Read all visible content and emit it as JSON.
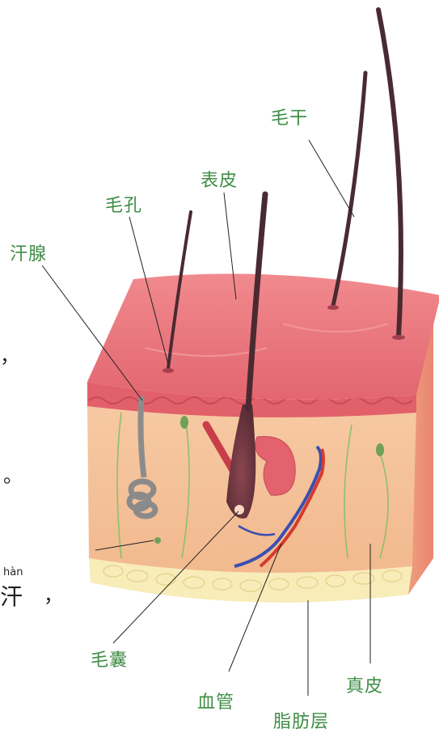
{
  "labels": {
    "hair_shaft": "毛干",
    "epidermis": "表皮",
    "pore": "毛孔",
    "sweat_gland": "汗腺",
    "hair_follicle": "毛囊",
    "blood_vessel": "血管",
    "fat_layer": "脂肪层",
    "dermis": "真皮"
  },
  "margin_fragments": {
    "comma_1": "，",
    "period": "。",
    "pinyin": "hàn",
    "han_char": "汗",
    "comma_2": "，"
  },
  "colors": {
    "label_text": "#3f8e46",
    "epidermis_top": "#e8707a",
    "dermis": "#f3c39a",
    "fat": "#f8ecb8",
    "hair": "#4a2a32",
    "artery": "#d63a2e",
    "vein": "#3b4fb0"
  }
}
